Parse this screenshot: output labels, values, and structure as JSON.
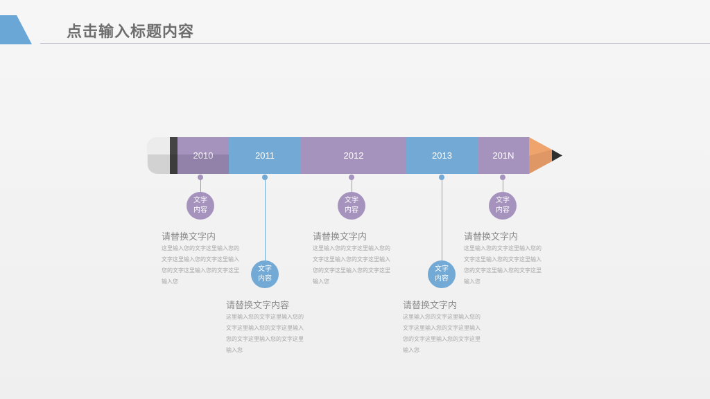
{
  "header": {
    "title": "点击输入标题内容"
  },
  "colors": {
    "purple": "#a593be",
    "blue": "#72a9d5",
    "eraser": "#ececec",
    "ferrule": "#444444",
    "wood": "#efa36d",
    "lead": "#2f2f2f",
    "accent_tab": "#6aa6d6"
  },
  "timeline": {
    "years": [
      "2010",
      "2011",
      "2012",
      "2013",
      "201N"
    ],
    "circle_labels": [
      {
        "line1": "文字",
        "line2": "内容"
      },
      {
        "line1": "文字",
        "line2": "内容"
      },
      {
        "line1": "文字",
        "line2": "内容"
      },
      {
        "line1": "文字",
        "line2": "内容"
      },
      {
        "line1": "文字",
        "line2": "内容"
      }
    ],
    "entries": [
      {
        "heading": "请替换文字内",
        "body": "这里输入您的文字这里输入您的文字这里输入您的文字这里输入您的文字这里输入您的文字这里输入您"
      },
      {
        "heading": "请替换文字内容",
        "body": "这里输入您的文字这里输入您的文字这里输入您的文字这里输入您的文字这里输入您的文字这里输入您"
      },
      {
        "heading": "请替换文字内",
        "body": "这里输入您的文字这里输入您的文字这里输入您的文字这里输入您的文字这里输入您的文字这里输入您"
      },
      {
        "heading": "请替换文字内",
        "body": "这里输入您的文字这里输入您的文字这里输入您的文字这里输入您的文字这里输入您的文字这里输入您"
      },
      {
        "heading": "请替换文字内",
        "body": "这里输入您的文字这里输入您的文字这里输入您的文字这里输入您的文字这里输入您的文字这里输入您"
      }
    ]
  }
}
